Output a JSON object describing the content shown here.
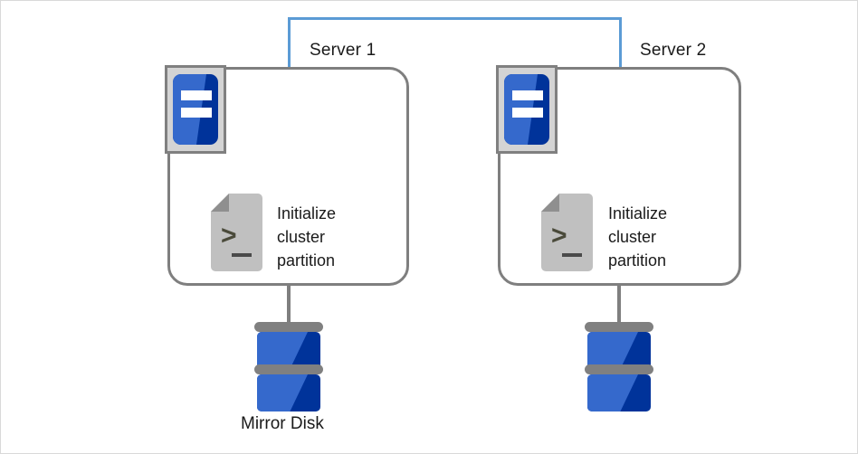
{
  "diagram": {
    "interconnect": {
      "name": "interconnect-line",
      "color": "#5b9bd5"
    },
    "servers": [
      {
        "id": "server1",
        "label": "Server 1",
        "machine_icon": "server-icon",
        "action_icon": "script-terminal-icon",
        "action_text": "Initialize\ncluster\npartition",
        "prompt_glyph": ">",
        "disk": {
          "icon": "mirror-disk-icon",
          "label": "Mirror Disk"
        }
      },
      {
        "id": "server2",
        "label": "Server 2",
        "machine_icon": "server-icon",
        "action_icon": "script-terminal-icon",
        "action_text": "Initialize\ncluster\npartition",
        "prompt_glyph": ">",
        "disk": {
          "icon": "mirror-disk-icon",
          "label": ""
        }
      }
    ],
    "colors": {
      "interconnect": "#5b9bd5",
      "box_border": "#7f7f7f",
      "icon_blue_dark": "#00339a",
      "icon_blue_light": "#3569cc",
      "icon_gray": "#c0c0c0",
      "platter_gray": "#808080",
      "text": "#1a1a1a"
    }
  }
}
